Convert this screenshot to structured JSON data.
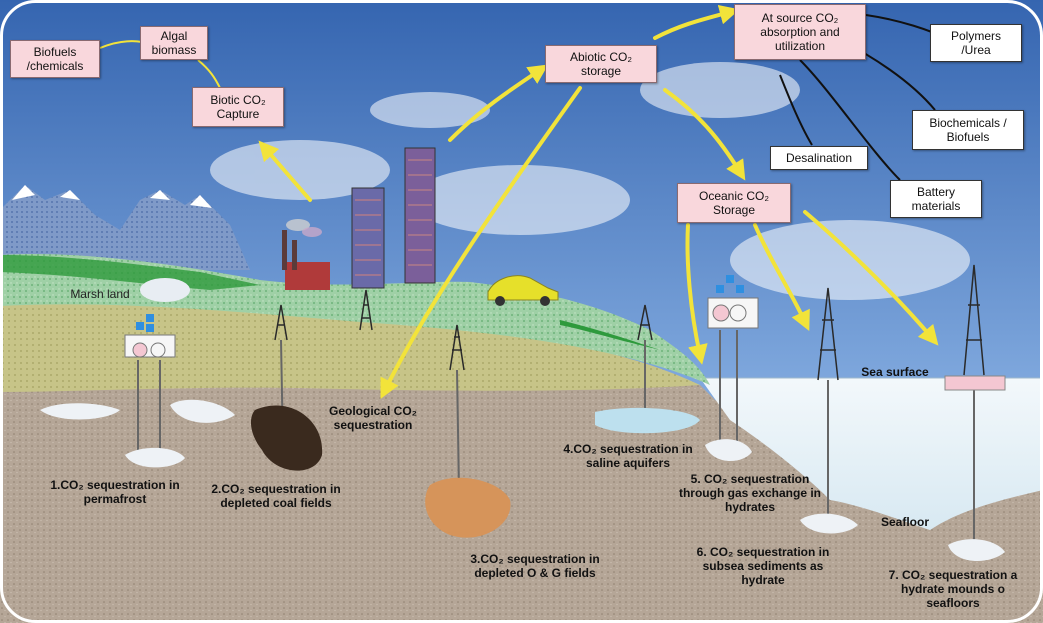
{
  "boxes": {
    "biofuels_chemicals": "Biofuels /chemicals",
    "algal_biomass": "Algal biomass",
    "biotic_capture": "Biotic CO₂ Capture",
    "abiotic_storage": "Abiotic CO₂ storage",
    "at_source": "At source CO₂ absorption and utilization",
    "polymers_urea": "Polymers /Urea",
    "biochemicals_biofuels": "Biochemicals / Biofuels",
    "desalination": "Desalination",
    "battery_materials": "Battery materials",
    "oceanic_storage": "Oceanic CO₂ Storage"
  },
  "labels": {
    "marsh_land": "Marsh land",
    "geological": "Geological CO₂ sequestration",
    "sea_surface": "Sea surface",
    "seafloor": "Seafloor",
    "s1": "1.CO₂ sequestration in permafrost",
    "s2": "2.CO₂ sequestration in depleted coal fields",
    "s3": "3.CO₂ sequestration in depleted O & G fields",
    "s4": "4.CO₂ sequestration in saline aquifers",
    "s5": "5. CO₂ sequestration through gas exchange in hydrates",
    "s6": "6. CO₂ sequestration in subsea sediments as hydrate",
    "s7": "7. CO₂ sequestration a hydrate mounds o seafloors"
  },
  "colors": {
    "sky_top": "#3f6fb8",
    "sky_bottom": "#9cc0e6",
    "arrow": "#f2e33a",
    "box_fill": "#f9d7dc",
    "soil": "#b7a99a",
    "grass": "#3fa64a",
    "sea": "#e6f0f6"
  }
}
